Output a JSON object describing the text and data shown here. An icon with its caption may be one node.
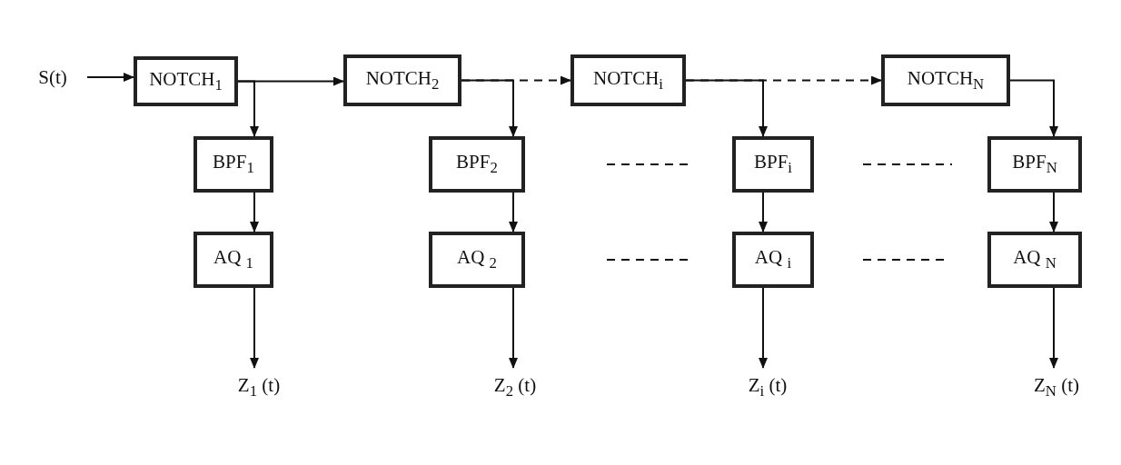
{
  "diagram": {
    "nodes": [
      {
        "text": [
          "S(t)"
        ]
      },
      {
        "text": [
          "NOTCH$_{1}$"
        ]
      },
      {
        "text": [
          "NOTCH$_{2}$"
        ]
      },
      {
        "text": [
          "NOTCH$_{i}$"
        ]
      },
      {
        "text": [
          "NOTCH$_{N}$"
        ]
      },
      {
        "text": [
          "BPF$_{1}$"
        ]
      },
      {
        "text": [
          "BPF$_{2}$"
        ]
      },
      {
        "text": [
          "BPF$_{i}$"
        ]
      },
      {
        "text": [
          "BPF$_{N}$"
        ]
      },
      {
        "text": [
          "AQ $_{1}$"
        ]
      },
      {
        "text": [
          "AQ $_{2}$"
        ]
      },
      {
        "text": [
          "AQ $_{i}$"
        ]
      },
      {
        "text": [
          "AQ $_{N}$"
        ]
      },
      {
        "text": [
          "Z$_{1}$ (t)"
        ]
      },
      {
        "text": [
          "Z$_{2}$ (t)"
        ]
      },
      {
        "text": [
          "Z$_{i}$ (t)"
        ]
      },
      {
        "text": [
          "Z$_{N}$ (t)"
        ]
      }
    ],
    "edges": [
      {
        "from": 0,
        "to": 1,
        "arrow": "to"
      },
      {
        "from": 1,
        "to": 2,
        "arrow": "to"
      },
      {
        "from": 2,
        "to": 3,
        "arrow": "to",
        "style": "dashed"
      },
      {
        "from": 3,
        "to": 4,
        "arrow": "to",
        "style": "dashed"
      },
      {
        "from": 1,
        "to": 5,
        "arrow": "to"
      },
      {
        "from": 2,
        "to": 6,
        "arrow": "to"
      },
      {
        "from": 3,
        "to": 7,
        "arrow": "to"
      },
      {
        "from": 4,
        "to": 8,
        "arrow": "to"
      },
      {
        "from": 5,
        "to": 9,
        "arrow": "to"
      },
      {
        "from": 6,
        "to": 10,
        "arrow": "to"
      },
      {
        "from": 7,
        "to": 11,
        "arrow": "to"
      },
      {
        "from": 8,
        "to": 12,
        "arrow": "to"
      },
      {
        "from": 9,
        "to": 13,
        "arrow": "to"
      },
      {
        "from": 10,
        "to": 14,
        "arrow": "to"
      },
      {
        "from": 11,
        "to": 15,
        "arrow": "to"
      },
      {
        "from": 12,
        "to": 16,
        "arrow": "to"
      }
    ]
  }
}
